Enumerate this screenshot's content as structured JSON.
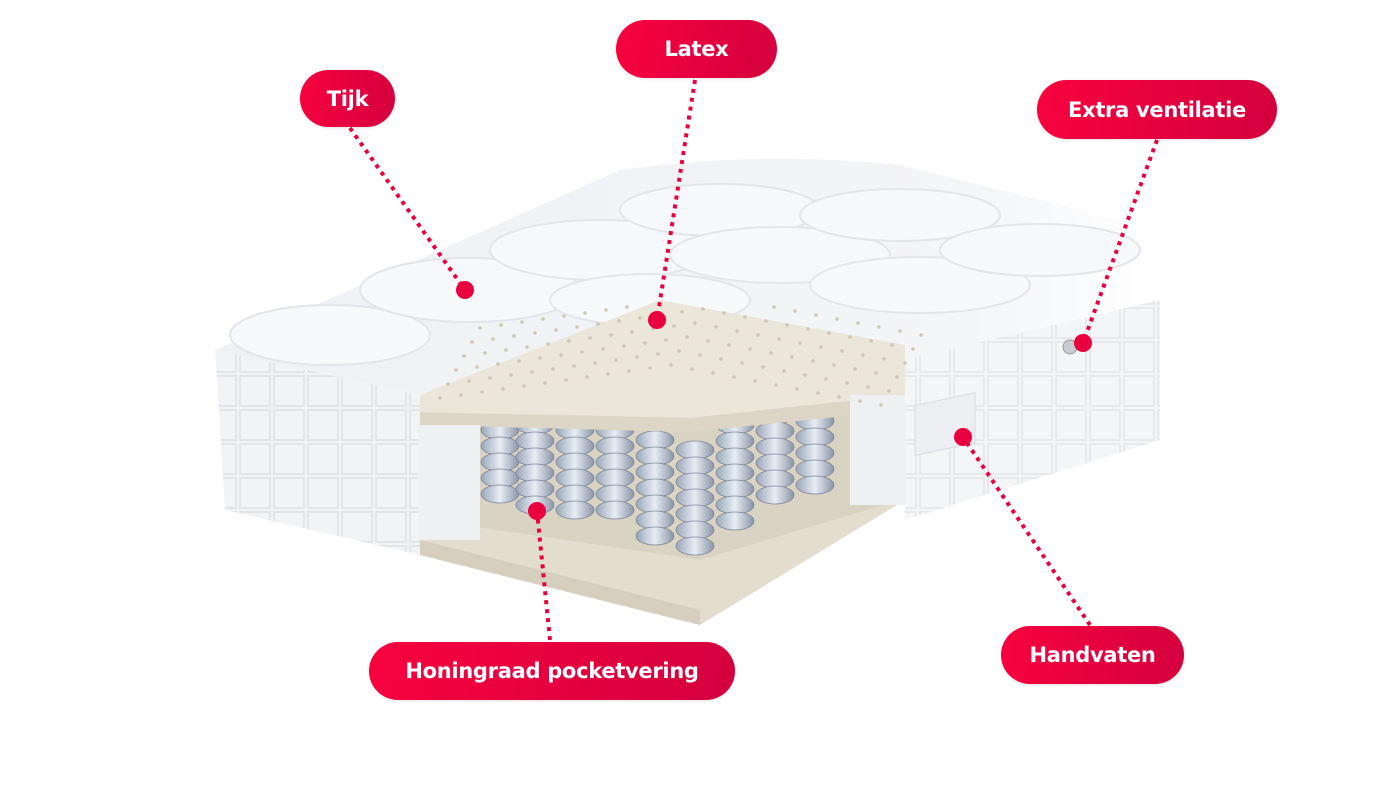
{
  "labels": {
    "tijk": "Tijk",
    "latex": "Latex",
    "extra_ventilatie": "Extra ventilatie",
    "pocketvering": "Honingraad pocketvering",
    "handvaten": "Handvaten"
  },
  "colors": {
    "accent": "#e8003f",
    "latex": "#e9e4d8",
    "mattress": "#f3f4f6"
  }
}
